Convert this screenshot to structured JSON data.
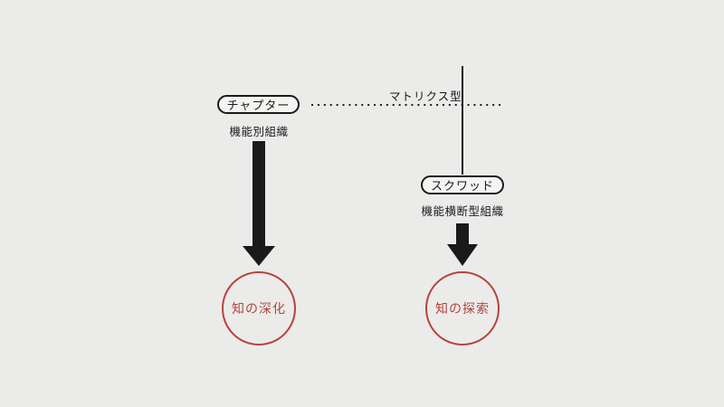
{
  "matrix": {
    "label": "マトリクス型"
  },
  "left": {
    "pill_label": "チャプター",
    "caption": "機能別組織",
    "result": "知の深化"
  },
  "right": {
    "pill_label": "スクワッド",
    "caption": "機能横断型組織",
    "result": "知の探索"
  },
  "colors": {
    "ink": "#1a1a1a",
    "accent": "#b5443a",
    "background": "#ebebea"
  }
}
